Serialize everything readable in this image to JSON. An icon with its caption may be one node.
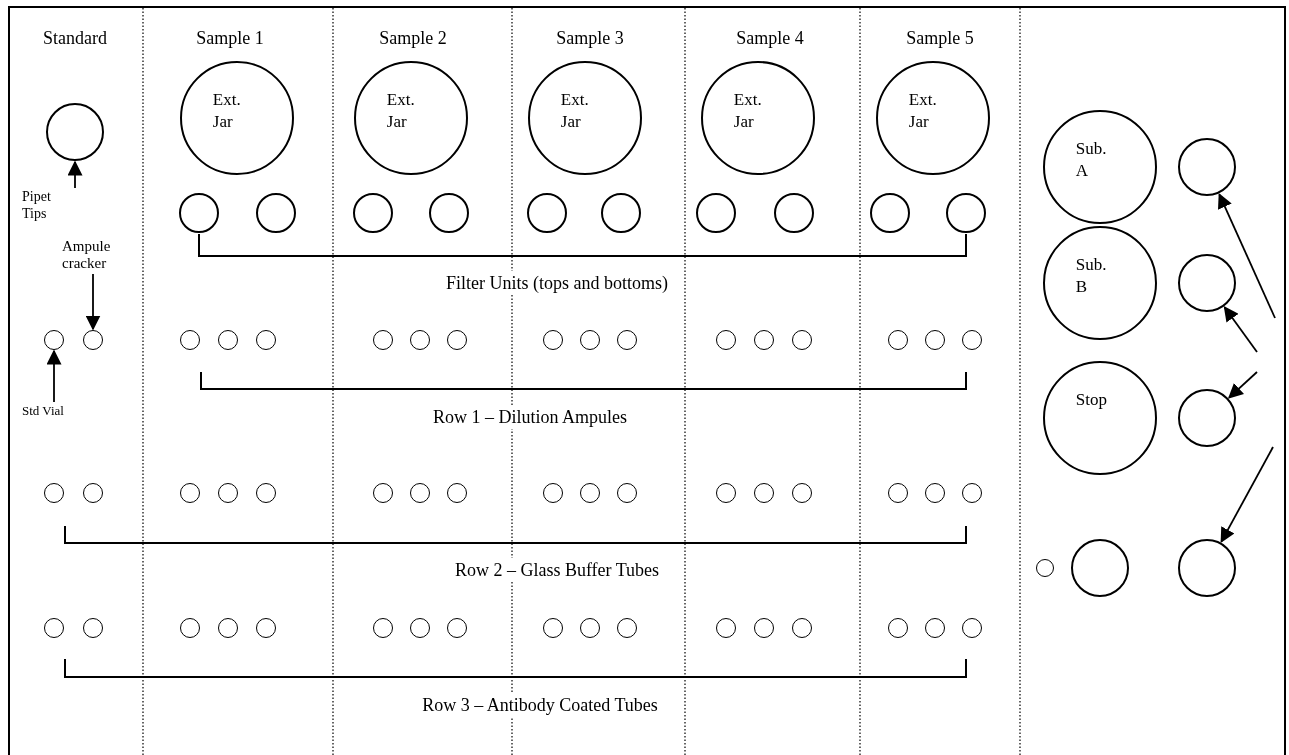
{
  "diagram": {
    "nodes": [
      {
        "text": [],
        "shape": "circle"
      },
      {
        "text": [
          "Ext. Jar"
        ]
      },
      {
        "text": [
          "Ext. Jar"
        ]
      },
      {
        "text": [
          "Ext. Jar"
        ]
      },
      {
        "text": [
          "Ext. Jar"
        ]
      },
      {
        "text": [
          "Ext. Jar"
        ]
      },
      {
        "text": [
          "Sub. A"
        ]
      },
      {
        "text": [],
        "shape": "circle"
      },
      {
        "text": [
          "Pipet Tips"
        ]
      },
      {
        "text": [],
        "shape": "circle"
      },
      {
        "text": [],
        "shape": "circle"
      },
      {
        "text": [],
        "shape": "circle"
      },
      {
        "text": [],
        "shape": "circle"
      },
      {
        "text": [],
        "shape": "circle"
      },
      {
        "text": [],
        "shape": "circle"
      },
      {
        "text": [],
        "shape": "circle"
      },
      {
        "text": [],
        "shape": "circle"
      },
      {
        "text": [],
        "shape": "circle"
      },
      {
        "text": [],
        "shape": "circle"
      },
      {
        "text": [
          "Sub. B"
        ]
      },
      {
        "text": [],
        "shape": "circle"
      },
      {
        "text": [
          "Ampule cracker"
        ]
      },
      {
        "text": [],
        "shape": "circle"
      },
      {
        "text": [],
        "shape": "circle"
      },
      {
        "text": [],
        "shape": "circle"
      },
      {
        "text": [],
        "shape": "circle"
      },
      {
        "text": [],
        "shape": "circle"
      },
      {
        "text": [],
        "shape": "circle"
      },
      {
        "text": [],
        "shape": "circle"
      },
      {
        "text": [],
        "shape": "circle"
      },
      {
        "text": [],
        "shape": "circle"
      },
      {
        "text": [],
        "shape": "circle"
      },
      {
        "text": [],
        "shape": "circle"
      },
      {
        "text": [],
        "shape": "circle"
      },
      {
        "text": [],
        "shape": "circle"
      },
      {
        "text": [],
        "shape": "circle"
      },
      {
        "text": [],
        "shape": "circle"
      },
      {
        "text": [],
        "shape": "circle"
      },
      {
        "text": [],
        "shape": "circle"
      },
      {
        "text": [
          "Std Vial"
        ]
      },
      {
        "text": [
          "Stop"
        ]
      },
      {
        "text": [],
        "shape": "circle"
      },
      {
        "text": [],
        "shape": "circle"
      },
      {
        "text": [],
        "shape": "circle"
      },
      {
        "text": [],
        "shape": "circle"
      },
      {
        "text": [],
        "shape": "circle"
      },
      {
        "text": [],
        "shape": "circle"
      },
      {
        "text": [],
        "shape": "circle"
      },
      {
        "text": [],
        "shape": "circle"
      },
      {
        "text": [],
        "shape": "circle"
      },
      {
        "text": [],
        "shape": "circle"
      },
      {
        "text": [],
        "shape": "circle"
      },
      {
        "text": [],
        "shape": "circle"
      },
      {
        "text": [],
        "shape": "circle"
      },
      {
        "text": [],
        "shape": "circle"
      },
      {
        "text": [],
        "shape": "circle"
      },
      {
        "text": [],
        "shape": "circle"
      },
      {
        "text": [],
        "shape": "circle"
      },
      {
        "text": [],
        "shape": "circle"
      },
      {
        "text": [],
        "shape": "circle"
      },
      {
        "text": [],
        "shape": "circle"
      },
      {
        "text": [],
        "shape": "circle"
      },
      {
        "text": [],
        "shape": "circle"
      },
      {
        "text": [],
        "shape": "circle"
      },
      {
        "text": [],
        "shape": "circle"
      },
      {
        "text": [],
        "shape": "circle"
      },
      {
        "text": [],
        "shape": "circle"
      },
      {
        "text": [],
        "shape": "circle"
      },
      {
        "text": [],
        "shape": "circle"
      },
      {
        "text": [],
        "shape": "circle"
      },
      {
        "text": [],
        "shape": "circle"
      },
      {
        "text": [],
        "shape": "circle"
      },
      {
        "text": [],
        "shape": "circle"
      },
      {
        "text": [],
        "shape": "circle"
      },
      {
        "text": [],
        "shape": "circle"
      },
      {
        "text": [],
        "shape": "circle"
      },
      {
        "text": [],
        "shape": "circle"
      },
      {
        "text": [],
        "shape": "circle"
      },
      {
        "text": [],
        "shape": "circle"
      }
    ],
    "edges": [
      {
        "from": 8,
        "to": 0,
        "arrow": "to"
      },
      {
        "from": 21,
        "to": 23,
        "arrow": "to"
      },
      {
        "from": 39,
        "to": 22,
        "arrow": "to"
      },
      {
        "from": null,
        "to": 7,
        "arrow": "to"
      },
      {
        "from": null,
        "to": 20,
        "arrow": "to"
      },
      {
        "from": null,
        "to": 41,
        "arrow": "to"
      },
      {
        "from": null,
        "to": 61,
        "arrow": "to"
      }
    ],
    "labels": [
      "Standard",
      "Sample 1",
      "Sample 2",
      "Sample 3",
      "Sample 4",
      "Sample 5",
      "Filter Units (tops and bottoms)",
      "Row 1 – Dilution Ampules",
      "Row 2 – Glass Buffer Tubes",
      "Row 3 – Antibody Coated Tubes"
    ]
  }
}
